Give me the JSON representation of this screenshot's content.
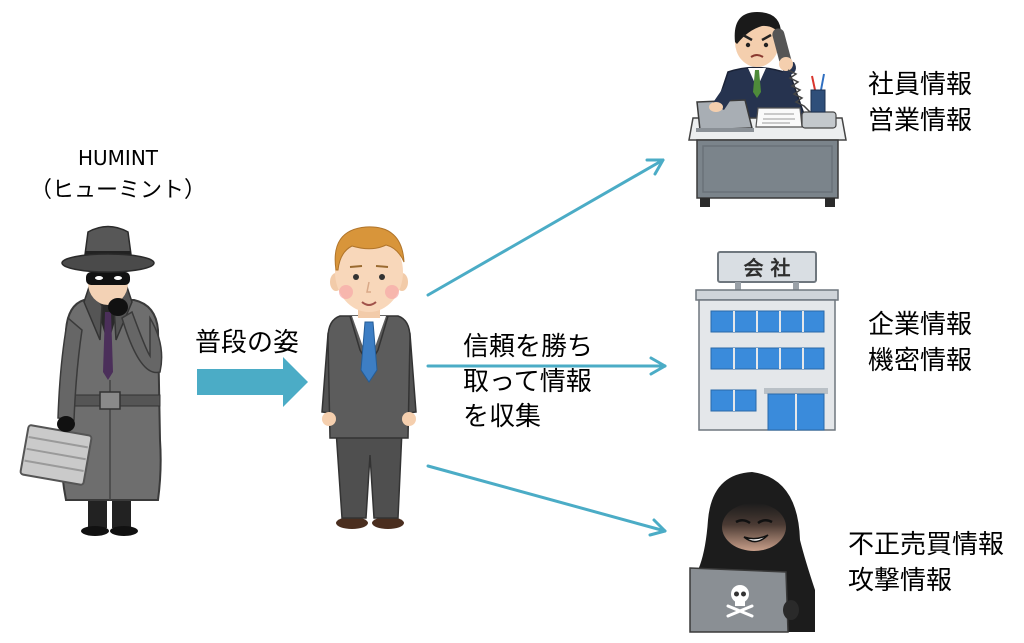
{
  "heading": {
    "title": "HUMINT",
    "reading": "（ヒューミント）"
  },
  "disguise_arrow": {
    "label": "普段の姿"
  },
  "collection": {
    "lines": [
      "信頼を勝ち",
      "取って情報",
      "を収集"
    ]
  },
  "targets": [
    {
      "lines": [
        "社員情報",
        "営業情報"
      ]
    },
    {
      "sign": "会 社",
      "lines": [
        "企業情報",
        "機密情報"
      ]
    },
    {
      "lines": [
        "不正売買情報",
        "攻撃情報"
      ]
    }
  ],
  "colors": {
    "arrow": "#4bacc6",
    "text": "#000000"
  }
}
